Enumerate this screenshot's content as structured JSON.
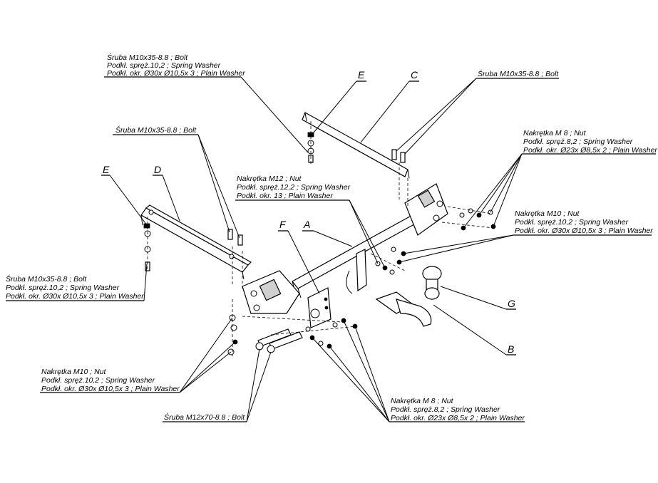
{
  "callouts": {
    "top_left": [
      "Śruba M10x35-8.8 ;  Bolt",
      "Podkł. spręż.10,2 ; Spring Washer",
      "Podkł. okr.  Ø30x Ø10,5x 3 ; Plain Washer"
    ],
    "left_bolt": [
      "Śruba M10x35-8.8 ;  Bolt"
    ],
    "top_right_bolt": [
      "Śruba M10x35-8.8 ;  Bolt"
    ],
    "right_nut_m8": [
      "Nakrętka  M 8 ; Nut",
      "Podkł. spręż.8,2 ; Spring Washer",
      "Podkł. okr.  Ø23x Ø8,5x 2 ; Plain Washer"
    ],
    "center_nut_m12": [
      "Nakrętka  M12 ; Nut",
      "Podkł. spręż.12,2 ; Spring Washer",
      "Podkł. okr. 13 ; Plain Washer"
    ],
    "right_nut_m10": [
      "Nakrętka  M10 ; Nut",
      "Podkł. spręż.10,2 ; Spring Washer",
      "Podkł. okr.  Ø30x Ø10,5x 3 ; Plain Washer"
    ],
    "left_low": [
      "Śruba M10x35-8.8 ;  Bolt",
      "Podkł. spręż.10,2 ; Spring Washer",
      "Podkł. okr.  Ø30x Ø10,5x 3 ; Plain Washer"
    ],
    "bottom_left_nut": [
      "Nakrętka  M10 ; Nut",
      "Podkł. spręż.10,2 ; Spring Washer",
      "Podkł. okr.  Ø30x Ø10,5x 3 ; Plain Washer"
    ],
    "bottom_bolt_m12": [
      "Śruba M12x70-8.8 ;  Bolt"
    ],
    "bottom_nut_m8": [
      "Nakrętka  M 8 ; Nut",
      "Podkł. spręż.8,2 ; Spring Washer",
      "Podkł. okr.  Ø23x Ø8,5x 2 ; Plain Washer"
    ]
  },
  "letters": {
    "E_top": "E",
    "C": "C",
    "E_left": "E",
    "D": "D",
    "F": "F",
    "A": "A",
    "G": "G",
    "B": "B"
  }
}
